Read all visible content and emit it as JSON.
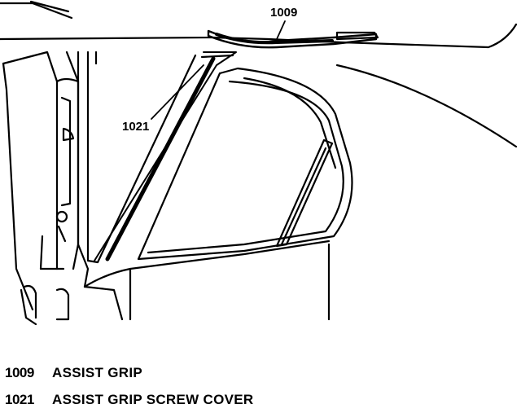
{
  "diagram": {
    "callouts": [
      {
        "id": "1009",
        "label": "1009"
      },
      {
        "id": "1021",
        "label": "1021"
      }
    ]
  },
  "legend": {
    "items": [
      {
        "number": "1009",
        "text": "ASSIST GRIP"
      },
      {
        "number": "1021",
        "text": "ASSIST GRIP SCREW COVER"
      }
    ]
  },
  "colors": {
    "ink": "#000000",
    "paper": "#ffffff"
  }
}
